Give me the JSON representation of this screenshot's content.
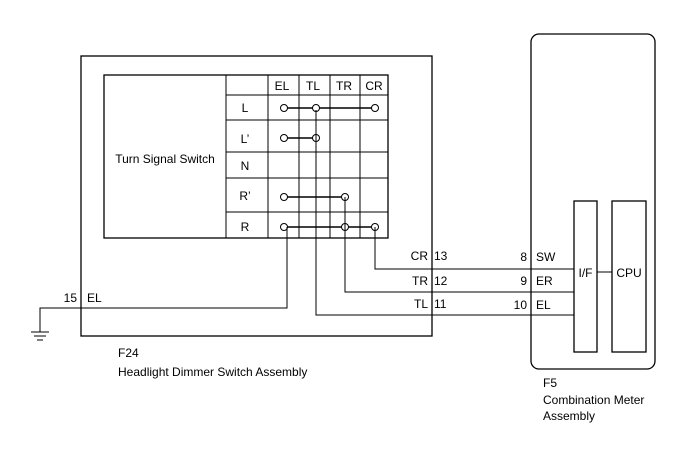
{
  "switch_assembly": {
    "connector": "F24",
    "name": "Headlight Dimmer Switch Assembly",
    "switch_label": "Turn Signal Switch",
    "columns": [
      "EL",
      "TL",
      "TR",
      "CR"
    ],
    "rows": [
      "L",
      "L’",
      "N",
      "R’",
      "R"
    ],
    "continuity": [
      [
        "EL",
        "TL",
        "CR"
      ],
      [
        "EL",
        "TL"
      ],
      [],
      [
        "EL",
        "TR"
      ],
      [
        "EL",
        "TR",
        "CR"
      ]
    ],
    "terminals": [
      {
        "pin": "13",
        "name": "CR"
      },
      {
        "pin": "12",
        "name": "TR"
      },
      {
        "pin": "11",
        "name": "TL"
      },
      {
        "pin": "15",
        "name": "EL"
      }
    ]
  },
  "meter_assembly": {
    "connector": "F5",
    "name_line1": "Combination Meter",
    "name_line2": "Assembly",
    "terminals": [
      {
        "pin": "8",
        "name": "SW"
      },
      {
        "pin": "9",
        "name": "ER"
      },
      {
        "pin": "10",
        "name": "EL"
      }
    ],
    "interface_label": "I/F",
    "cpu_label": "CPU"
  }
}
